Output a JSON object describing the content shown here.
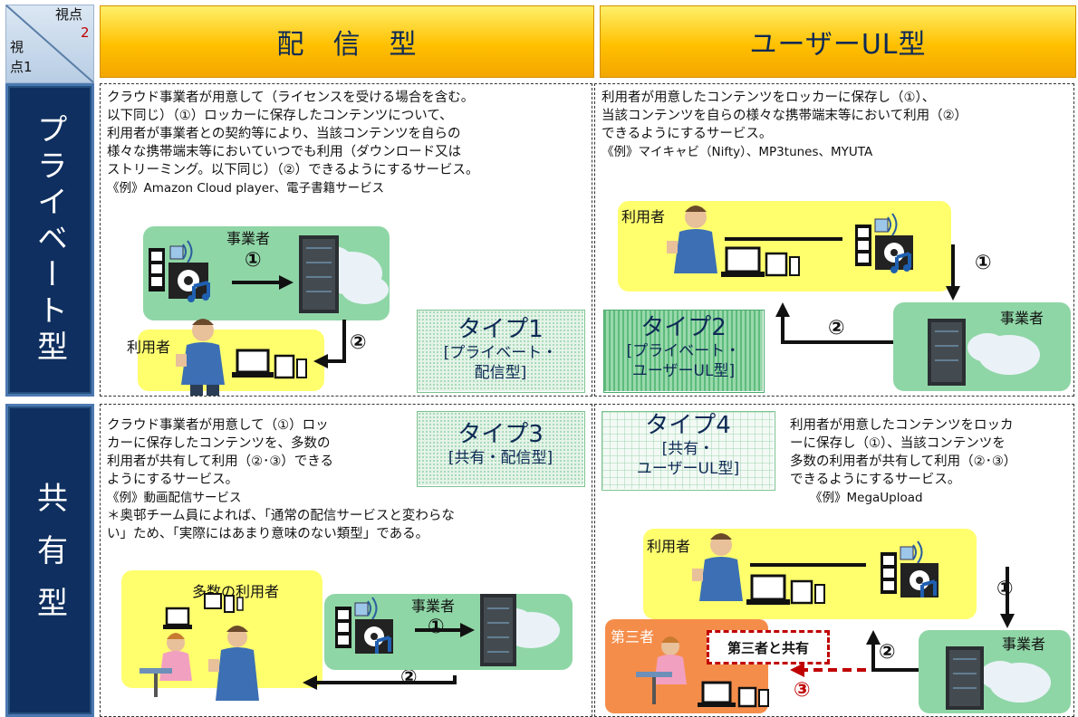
{
  "corner": {
    "top_text": "視点",
    "top_num": "2",
    "side_1": "視",
    "side_2": "点1"
  },
  "headers": {
    "col1": "配　信　型",
    "col2": "ユーザーUL型"
  },
  "rows": {
    "row1": "プライベート型",
    "row2": "共有型"
  },
  "cells": {
    "private_delivery": {
      "lines": [
        "クラウド事業者が用意して（ライセンスを受ける場合を含む。",
        "以下同じ）（①）ロッカーに保存したコンテンツについて、",
        "利用者が事業者との契約等により、当該コンテンツを自らの",
        "様々な携帯端末等においていつでも利用（ダウンロード又は",
        "ストリーミング。以下同じ）（②）できるようにするサービス。",
        "《例》Amazon Cloud player、電子書籍サービス"
      ],
      "provider": "事業者",
      "user": "利用者",
      "step1": "①",
      "step2": "②",
      "type_title": "タイプ1",
      "type_sub1": "[プライベート・",
      "type_sub2": "配信型]"
    },
    "private_upload": {
      "lines": [
        "利用者が用意したコンテンツをロッカーに保存し（①）、",
        "当該コンテンツを自らの様々な携帯端末等において利用（②）",
        "できるようにするサービス。",
        "《例》マイキャビ（Nifty）、MP3tunes、MYUTA"
      ],
      "provider": "事業者",
      "user": "利用者",
      "step1": "①",
      "step2": "②",
      "type_title": "タイプ2",
      "type_sub1": "[プライベート・",
      "type_sub2": "ユーザーUL型]"
    },
    "shared_delivery": {
      "lines": [
        "クラウド事業者が用意して（①）ロッ",
        "カーに保存したコンテンツを、多数の",
        "利用者が共有して利用（②･③）できる",
        "ようにするサービス。",
        "《例》動画配信サービス",
        "＊奥邨チーム員によれば、「通常の配信サービスと変わらな",
        "い」ため、「実際にはあまり意味のない類型」である。"
      ],
      "provider": "事業者",
      "users": "多数の利用者",
      "step1": "①",
      "step2": "②",
      "type_title": "タイプ3",
      "type_sub1": "[共有・配信型]"
    },
    "shared_upload": {
      "lines": [
        "利用者が用意したコンテンツをロッカ",
        "ーに保存し（①）、当該コンテンツを",
        "多数の利用者が共有して利用（②･③）",
        "できるようにするサービス。",
        "《例》MegaUpload"
      ],
      "provider": "事業者",
      "user": "利用者",
      "third": "第三者",
      "share": "第三者と共有",
      "step1": "①",
      "step2": "②",
      "step3": "③",
      "type_title": "タイプ4",
      "type_sub1": "[共有・",
      "type_sub2": "ユーザーUL型]"
    }
  },
  "colors": {
    "header": "#ffc000",
    "side": "#0e2f5f",
    "green": "#8fd6a6",
    "yellow": "#ffff6e",
    "orange": "#f58d4a",
    "red": "#c00000"
  }
}
